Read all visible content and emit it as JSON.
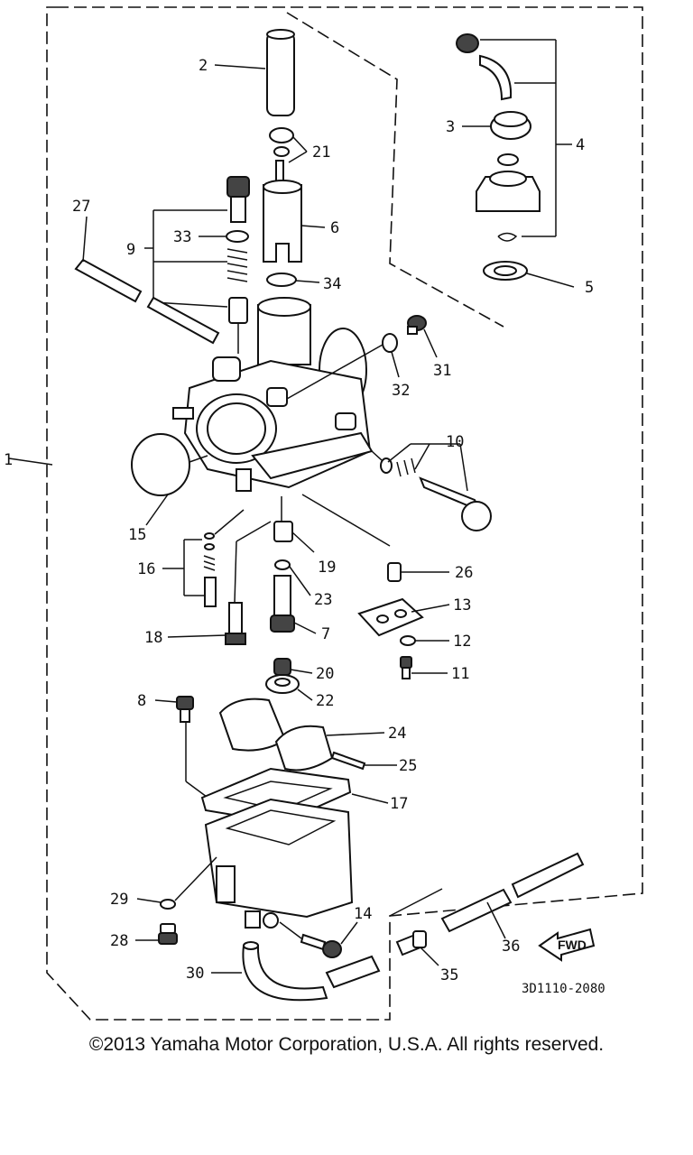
{
  "diagram": {
    "callouts": [
      "1",
      "2",
      "3",
      "4",
      "5",
      "6",
      "7",
      "8",
      "9",
      "10",
      "11",
      "12",
      "13",
      "14",
      "15",
      "16",
      "17",
      "18",
      "19",
      "20",
      "21",
      "22",
      "23",
      "24",
      "25",
      "26",
      "27",
      "28",
      "29",
      "30",
      "31",
      "32",
      "33",
      "34",
      "35",
      "36"
    ],
    "drawing_code": "3D1110-2080",
    "fwd_label": "FWD"
  },
  "footer": {
    "copyright": "©2013 Yamaha Motor Corporation, U.S.A. All rights reserved."
  }
}
